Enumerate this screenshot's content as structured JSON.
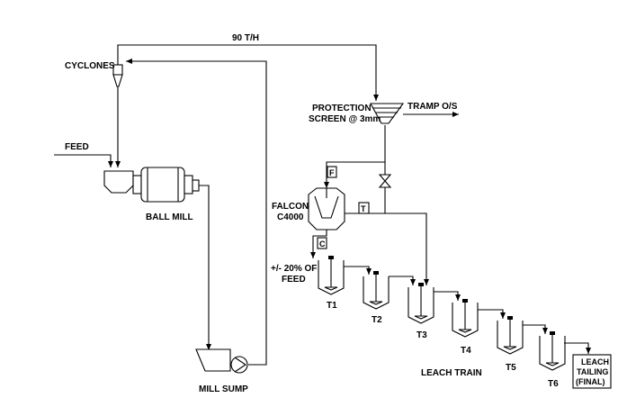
{
  "flow_rate_label": "90 T/H",
  "labels": {
    "cyclones": "CYCLONES",
    "feed": "FEED",
    "ball_mill": "BALL MILL",
    "mill_sump": "MILL SUMP",
    "protection_screen_line1": "PROTECTION",
    "protection_screen_line2": "SCREEN @ 3mm",
    "tramp": "TRAMP O/S",
    "falcon_line1": "FALCON",
    "falcon_line2": "C4000",
    "falcon_feed_tag": "F",
    "falcon_tail_tag": "T",
    "falcon_conc_tag": "C",
    "feed_fraction_line1": "+/- 20% OF",
    "feed_fraction_line2": "FEED",
    "leach_train": "LEACH TRAIN",
    "leach_tailing_line1": "LEACH",
    "leach_tailing_line2": "TAILING",
    "leach_tailing_line3": "(FINAL)"
  },
  "tanks": [
    {
      "label": "T1"
    },
    {
      "label": "T2"
    },
    {
      "label": "T3"
    },
    {
      "label": "T4"
    },
    {
      "label": "T5"
    },
    {
      "label": "T6"
    }
  ]
}
